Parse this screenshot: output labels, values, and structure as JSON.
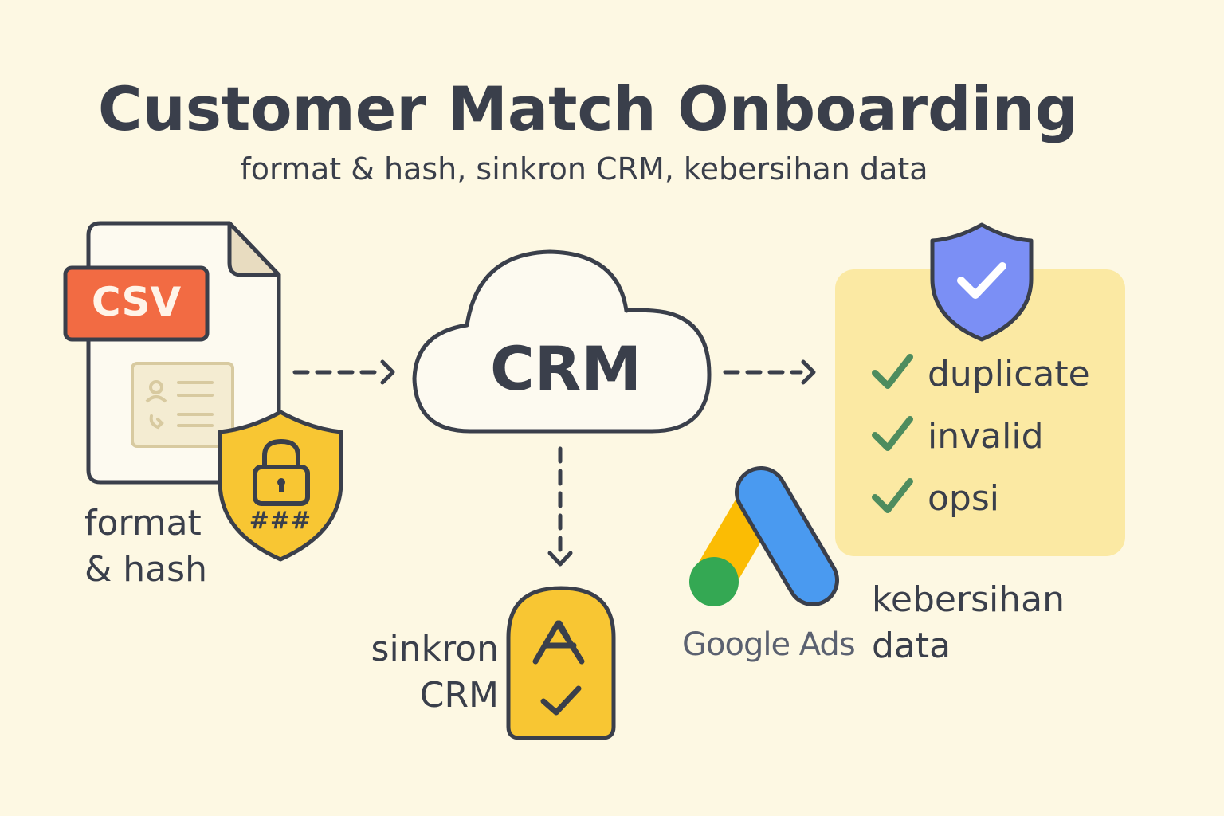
{
  "header": {
    "title": "Customer Match Onboarding",
    "subtitle": "format & hash, sinkron CRM, kebersihan data"
  },
  "file": {
    "badge": "CSV",
    "hash_text": "###",
    "label_line1": "format",
    "label_line2": "& hash"
  },
  "crm": {
    "cloud_label": "CRM",
    "sync_label_line1": "sinkron",
    "sync_label_line2": "CRM"
  },
  "google_ads": {
    "label": "Google Ads"
  },
  "cleanliness": {
    "items": [
      "duplicate",
      "invalid",
      "opsi"
    ],
    "label_line1": "kebersihan",
    "label_line2": "data"
  },
  "colors": {
    "background": "#fdf8e3",
    "outline": "#3a3f4b",
    "csv_orange": "#f26b43",
    "yellow": "#f8c633",
    "panel_yellow": "#fbe9a3",
    "shield_blue": "#7b8ff5",
    "check_green": "#4e8c5e",
    "ads_blue": "#4a9af0",
    "ads_yellow": "#fbbc04",
    "ads_green": "#34a853"
  }
}
